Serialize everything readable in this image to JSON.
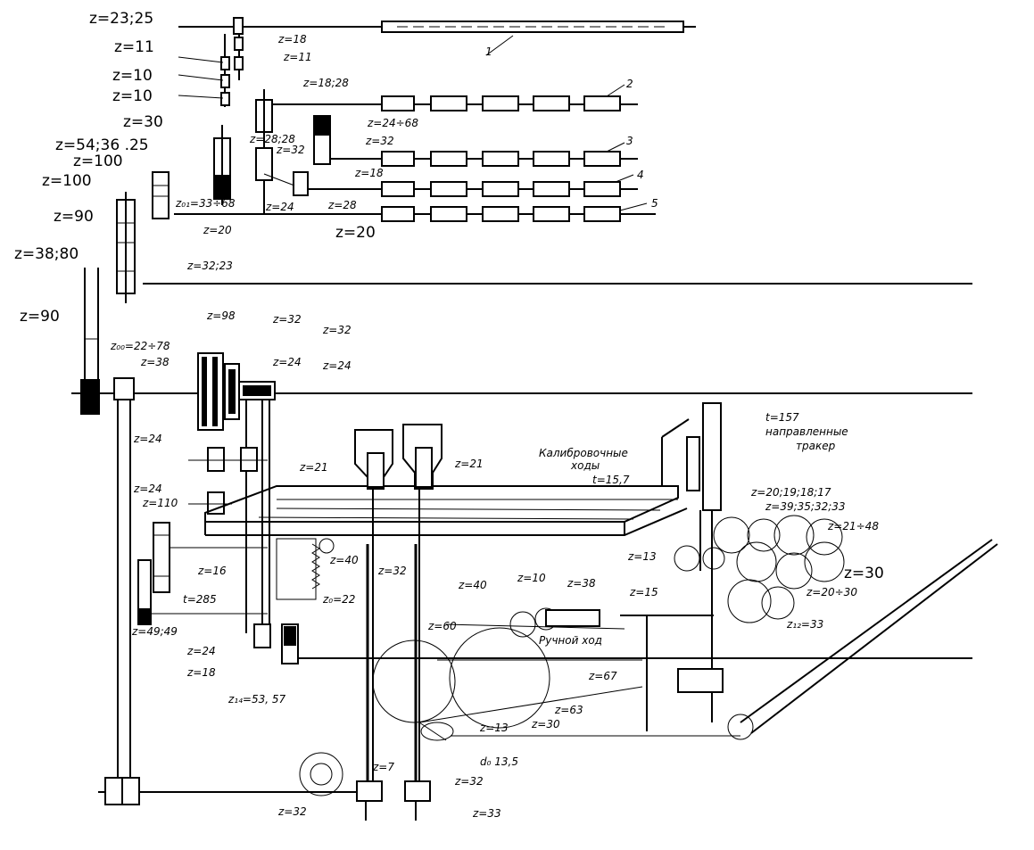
{
  "labels": {
    "l1": "z=23;25",
    "l2": "z=11",
    "l3": "z=10",
    "l4": "z=10",
    "l5": "z=30",
    "l6": "z=54;36 .25",
    "l7": "z=100",
    "l8": "z=100",
    "l9": "z=90",
    "l10": "z=38;80",
    "l11": "z=90",
    "s1": "z=18",
    "s2": "z=11",
    "s3": "z=18;28",
    "s4": "z=24÷68",
    "s5": "z=28;28",
    "s6": "z=32",
    "s7": "z=32",
    "s8": "z=18",
    "s9": "z₀₁=33÷68",
    "s10": "z=24",
    "s11": "z=28",
    "s12": "z=20",
    "s13": "z=20",
    "s14": "z=32;23",
    "s15": "z=98",
    "s16": "z=32",
    "s17": "z=32",
    "s18": "z=24",
    "s19": "z=24",
    "s20": "z₀₀=22÷78",
    "s21": "z=38",
    "s22": "z=24",
    "s23": "z=24",
    "s24": "z=110",
    "s25": "z=16",
    "s26": "t=285",
    "s27": "z=21",
    "s28": "z=21",
    "s29": "z=40",
    "s30": "z=32",
    "s31": "z₀=22",
    "s32": "z=49;49",
    "s33": "z=24",
    "s34": "z=18",
    "s35": "z₁₄=53, 57",
    "s36": "z=40",
    "s37": "z=10",
    "s38": "z=38",
    "s39": "z=60",
    "s40": "z=13",
    "s41": "z=30",
    "s42": "z=63",
    "s43": "z=67",
    "s44": "z=13",
    "s45": "z=15",
    "s46": "z=20;19;18;17",
    "s47": "z=39;35;32;33",
    "s48": "z=21÷48",
    "s49": "z=30",
    "s50": "z=20÷30",
    "s51": "z₁₂=33",
    "s52": "t=15,7",
    "s53": "t=157",
    "s54": "z=7",
    "s55": "z=32",
    "s56": "z=32",
    "s57": "z=33",
    "s58": "d₀ 13,5",
    "t1": "Калибровочные",
    "t2": "ходы",
    "t3": "направленные",
    "t4": "тракер",
    "t5": "Ручной ход",
    "n1": "1",
    "n2": "2",
    "n3": "3",
    "n4": "4",
    "n5": "5"
  }
}
